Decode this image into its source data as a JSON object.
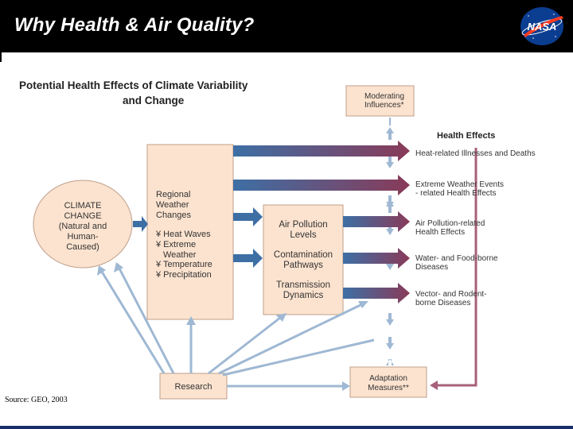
{
  "header": {
    "title": "Why Health & Air Quality?",
    "logo_text": "NASA"
  },
  "diagram": {
    "title_line1": "Potential Health Effects of Climate Variability",
    "title_line2": "and Change",
    "moderating_line1": "Moderating",
    "moderating_line2": "Influences*",
    "health_effects_heading": "Health Effects",
    "climate_change": [
      "CLIMATE",
      "CHANGE",
      "(Natural and",
      "Human-",
      "Caused)"
    ],
    "regional": [
      "Regional",
      "Weather",
      "Changes"
    ],
    "regional_list": [
      "¥ Heat Waves",
      "¥ Extreme",
      "Weather",
      "¥ Temperature",
      "¥ Precipitation"
    ],
    "air_pollution": [
      "Air Pollution",
      "Levels"
    ],
    "contamination": [
      "Contamination",
      "Pathways"
    ],
    "transmission": [
      "Transmission",
      "Dynamics"
    ],
    "effects": [
      [
        "Heat-related Illnesses and Deaths"
      ],
      [
        "Extreme Weather Events",
        "- related Health Effects"
      ],
      [
        "Air Pollution-related",
        "Health Effects"
      ],
      [
        "Water- and Food-borne",
        "Diseases"
      ],
      [
        "Vector- and Rodent-",
        "borne Diseases"
      ]
    ],
    "research": "Research",
    "adaptation_line1": "Adaptation",
    "adaptation_line2": "Measures**"
  },
  "source": "Source:  GEO, 2003",
  "colors": {
    "header_bg": "#000000",
    "box_fill": "#fce3cf",
    "box_stroke": "#bf9f8a",
    "arrow_blue": "#3d6fa5",
    "arrow_maroon": "#8a3a58",
    "nasa_blue": "#0b3d91",
    "nasa_red": "#fc3d21"
  }
}
